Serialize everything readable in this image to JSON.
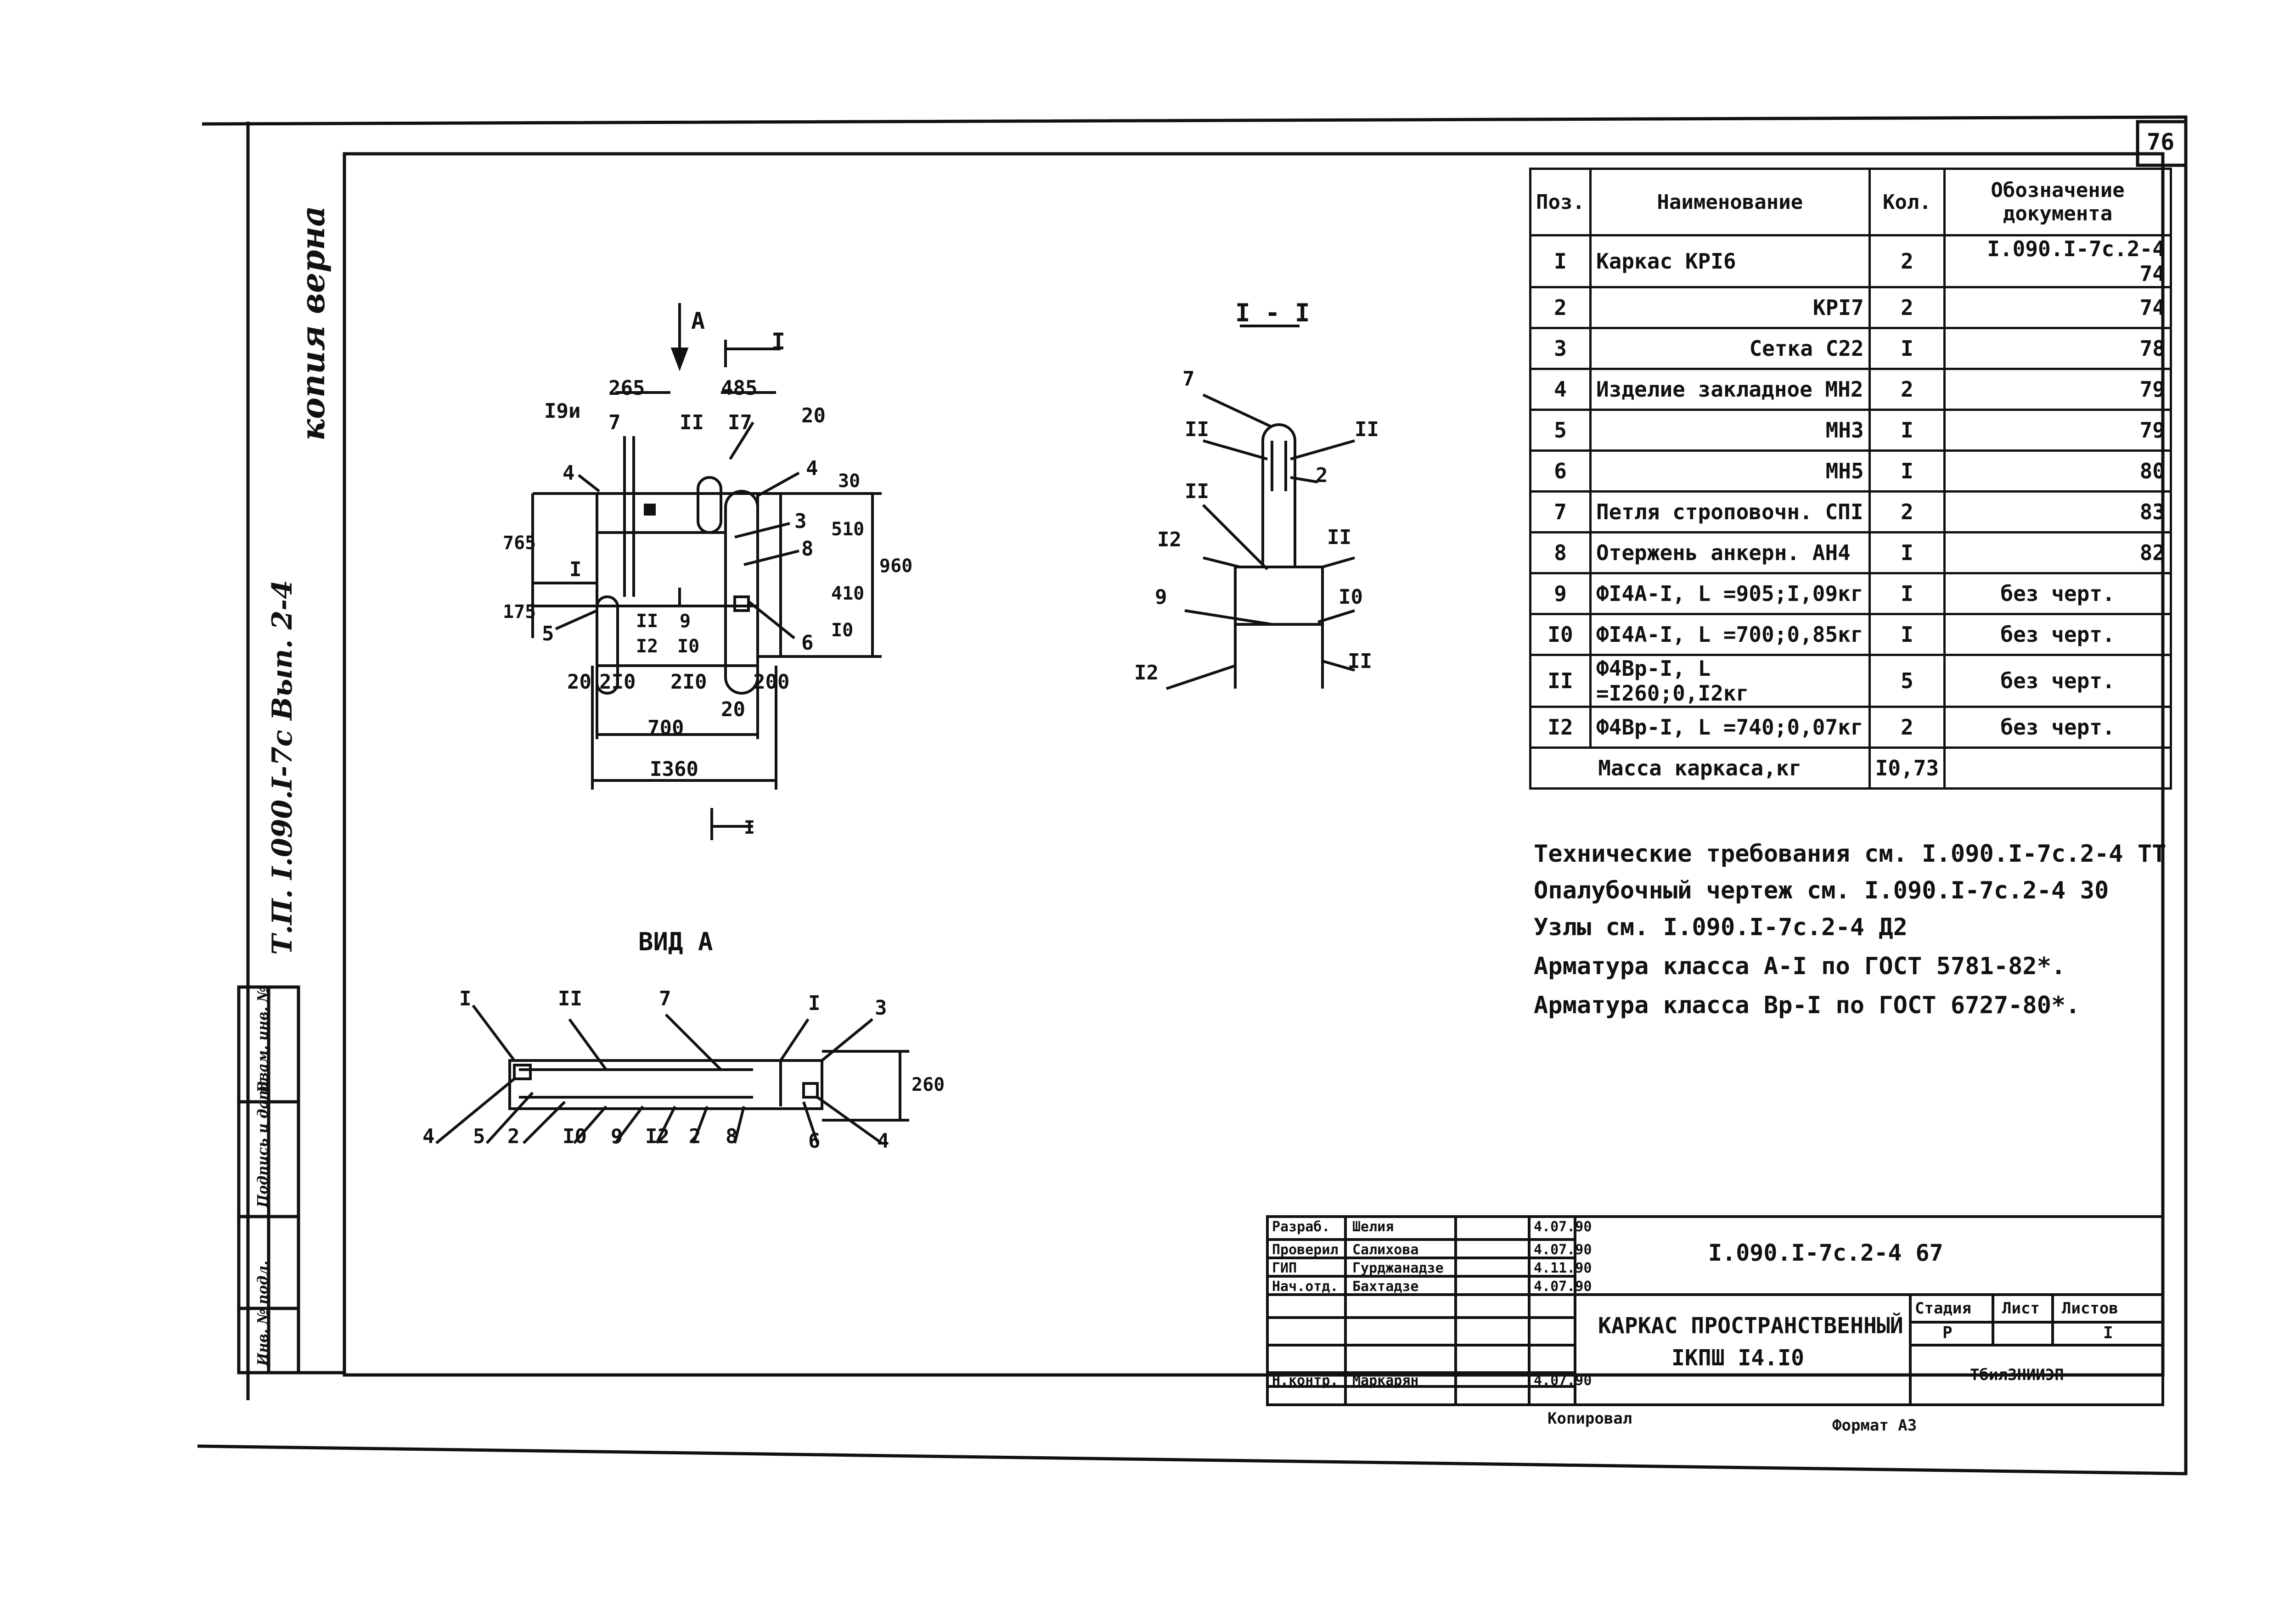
{
  "sheet": {
    "page_number": "76",
    "format": "Формат А3",
    "copied": "Копировал"
  },
  "views": {
    "section_label": "I - I",
    "view_a_label": "ВИД А",
    "arrow_a": "А",
    "cut_mark": "I"
  },
  "plan_dims": {
    "d265": "265",
    "d485": "485",
    "d30": "30",
    "d510": "510",
    "d960": "960",
    "d410": "410",
    "d10": "I0",
    "d765": "765",
    "d175": "175",
    "d20a": "20",
    "d210a": "2I0",
    "d210b": "2I0",
    "d20b": "20",
    "d200": "200",
    "d700": "700",
    "d1360": "I360",
    "d20c": "20"
  },
  "plan_marks": {
    "m19": "I9и",
    "m7": "7",
    "m11": "II",
    "m17": "I7",
    "m20": "20",
    "m4a": "4",
    "m4b": "4",
    "m3": "3",
    "m8": "8",
    "m1": "I",
    "m5": "5",
    "m11b": "II",
    "m12": "I2",
    "m9": "9",
    "m10": "I0",
    "m6": "6"
  },
  "section_marks": {
    "s7": "7",
    "s11a": "II",
    "s11b": "II",
    "s2": "2",
    "s11c": "II",
    "s12a": "I2",
    "s11d": "II",
    "s9": "9",
    "s10": "I0",
    "s12b": "I2",
    "s11e": "II"
  },
  "view_a_marks": {
    "a1a": "I",
    "a11": "II",
    "a7": "7",
    "a1b": "I",
    "a3": "3",
    "a260": "260",
    "a4a": "4",
    "a5": "5",
    "a2a": "2",
    "a10": "I0",
    "a9": "9",
    "a12": "I2",
    "a2b": "2",
    "a8": "8",
    "a6": "6",
    "a4b": "4"
  },
  "spec": {
    "headers": {
      "pos": "Поз.",
      "name": "Наименование",
      "qty": "Кол.",
      "doc": "Обозначение документа"
    },
    "rows": [
      {
        "pos": "I",
        "name": "Каркас КРI6",
        "qty": "2",
        "doc": "I.090.I-7c.2-4 74"
      },
      {
        "pos": "2",
        "name": "КРI7",
        "qty": "2",
        "doc": "74"
      },
      {
        "pos": "3",
        "name": "Сетка С22",
        "qty": "I",
        "doc": "78"
      },
      {
        "pos": "4",
        "name": "Изделие закладное МН2",
        "qty": "2",
        "doc": "79"
      },
      {
        "pos": "5",
        "name": "МН3",
        "qty": "I",
        "doc": "79"
      },
      {
        "pos": "6",
        "name": "МН5",
        "qty": "I",
        "doc": "80"
      },
      {
        "pos": "7",
        "name": "Петля строповочн. СПI",
        "qty": "2",
        "doc": "83"
      },
      {
        "pos": "8",
        "name": "Отержень анкерн. АН4",
        "qty": "I",
        "doc": "82"
      },
      {
        "pos": "9",
        "name": "ФI4А-I, L =905;I,09кг",
        "qty": "I",
        "doc": "без черт."
      },
      {
        "pos": "I0",
        "name": "ФI4А-I, L =700;0,85кг",
        "qty": "I",
        "doc": "без черт."
      },
      {
        "pos": "II",
        "name": "Ф4Вр-I, L =I260;0,I2кг",
        "qty": "5",
        "doc": "без черт."
      },
      {
        "pos": "I2",
        "name": "Ф4Вр-I, L =740;0,07кг",
        "qty": "2",
        "doc": "без черт."
      }
    ],
    "total_label": "Масса каркаса,кг",
    "total_value": "I0,73"
  },
  "notes": [
    "Технические требования см. I.090.I-7c.2-4 ТТ",
    "Опалубочный чертеж см. I.090.I-7c.2-4 30",
    "Узлы см. I.090.I-7c.2-4 Д2",
    "Арматура класса А-I по ГОСТ 5781-82*.",
    "Арматура класса Вр-I по ГОСТ 6727-80*."
  ],
  "title_block": {
    "doc_code": "I.090.I-7c.2-4 67",
    "title_line1": "КАРКАС ПРОСТРАНСТВЕННЫЙ",
    "title_line2": "IКПШ I4.I0",
    "org": "ТбилЗНИИЭП",
    "stage_label": "Стадия",
    "sheet_label": "Лист",
    "sheets_label": "Листов",
    "stage_value": "Р",
    "sheets_value": "I",
    "roles": [
      {
        "role": "Разраб.",
        "name": "Шелия",
        "date": "4.07.90"
      },
      {
        "role": "Проверил",
        "name": "Салихова",
        "date": "4.07.90"
      },
      {
        "role": "ГИП",
        "name": "Гурджанадзе",
        "date": "4.11.90"
      },
      {
        "role": "Нач.отд.",
        "name": "Бахтадзе",
        "date": "4.07.90"
      },
      {
        "role": "",
        "name": "",
        "date": ""
      },
      {
        "role": "",
        "name": "",
        "date": ""
      },
      {
        "role": "Н.контр.",
        "name": "Маркарян",
        "date": "4.07.90"
      }
    ]
  },
  "side_strip": {
    "labels": [
      "Инв. № подл.",
      "Подпись и дата",
      "Взам. инв. №"
    ],
    "handwritten_ref": "Т.П. I.090.I-7с Вып. 2-4",
    "handwritten_top": "копия верна"
  }
}
